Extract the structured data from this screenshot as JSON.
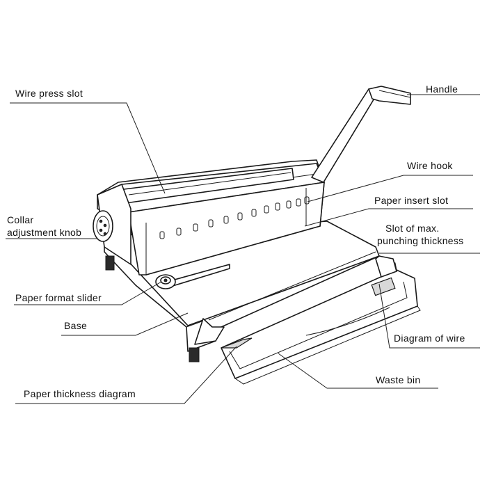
{
  "labels": {
    "wire_press_slot": "Wire press slot",
    "handle": "Handle",
    "wire_hook": "Wire hook",
    "paper_insert_slot": "Paper  insert  slot",
    "collar_line1": "Collar",
    "collar_line2": "adjustment knob",
    "slot_max_line1": "Slot of max.",
    "slot_max_line2": "punching thickness",
    "paper_format_slider": "Paper format slider",
    "base": "Base",
    "diagram_of_wire": "Diagram of wire",
    "waste_bin": "Waste bin",
    "paper_thickness_diagram": "Paper thickness diagram"
  },
  "colors": {
    "line": "#222222",
    "shade": "#d9d9d9",
    "background": "#ffffff"
  }
}
